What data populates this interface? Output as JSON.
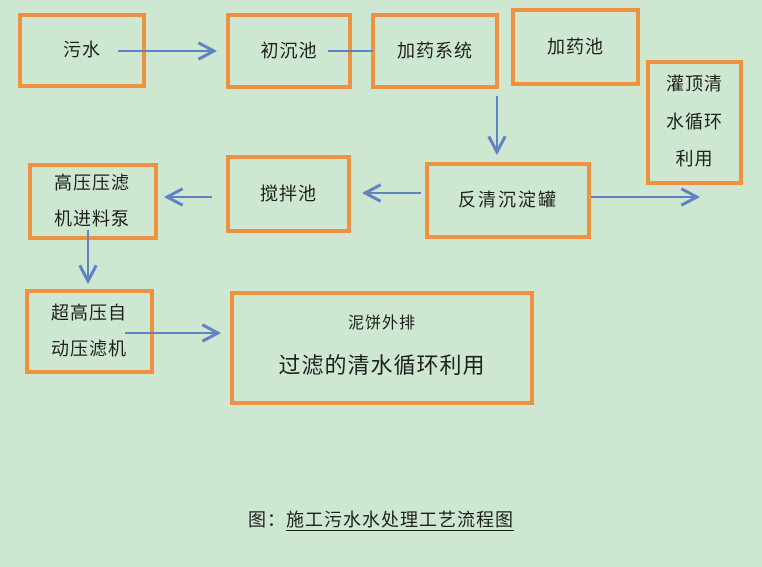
{
  "colors": {
    "background": "#cde7d1",
    "box_border": "#ee9140",
    "arrow": "#5f83c4",
    "text": "#1f1f1f"
  },
  "nodes": {
    "sewage": {
      "label": "污水"
    },
    "primary_tank": {
      "label": "初沉池"
    },
    "dosing_system": {
      "label": "加药系统"
    },
    "dosing_tank": {
      "label": "加药池"
    },
    "roof_reuse": {
      "label": "灌顶清水循环利用"
    },
    "feed_pump": {
      "label": "高压压滤机进料泵"
    },
    "mixing_tank": {
      "label": "搅拌池"
    },
    "sedimentation": {
      "label": "反清沉淀罐"
    },
    "uhp_press": {
      "label": "超高压自动压滤机"
    },
    "outlet": {
      "line1": "泥饼外排",
      "line2": "过滤的清水循环利用"
    }
  },
  "edges": [
    {
      "from": "sewage",
      "to": "primary_tank",
      "arrowhead": true
    },
    {
      "from": "primary_tank",
      "to": "dosing_system",
      "arrowhead": false
    },
    {
      "from": "dosing_system",
      "to": "sedimentation",
      "arrowhead": true
    },
    {
      "from": "sedimentation",
      "to": "right-edge",
      "arrowhead": true
    },
    {
      "from": "sedimentation",
      "to": "mixing_tank",
      "arrowhead": true
    },
    {
      "from": "mixing_tank",
      "to": "feed_pump",
      "arrowhead": true
    },
    {
      "from": "feed_pump",
      "to": "uhp_press",
      "arrowhead": true
    },
    {
      "from": "uhp_press",
      "to": "outlet",
      "arrowhead": true
    }
  ],
  "caption": {
    "prefix": "图：",
    "title": "施工污水水处理工艺流程图"
  }
}
